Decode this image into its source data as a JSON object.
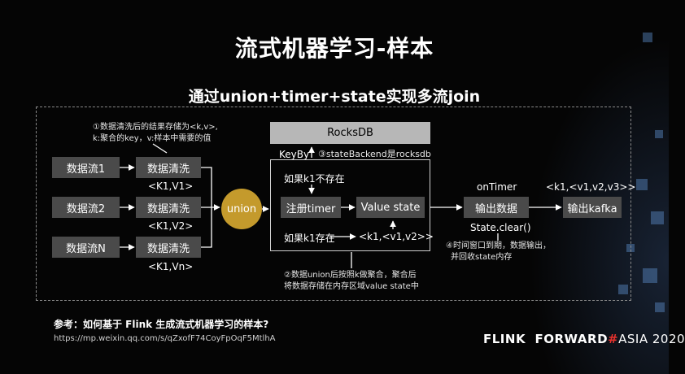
{
  "title": "流式机器学习-样本",
  "subtitle": "通过union+timer+state实现多流join",
  "note1": [
    "①数据清洗后的结果存储为<k,v>,",
    "k:聚合的key，v:样本中需要的值"
  ],
  "streams": [
    "数据流1",
    "数据流2",
    "数据流N"
  ],
  "clean_label": "数据清洗",
  "kv_labels": [
    "<K1,V1>",
    "<K1,V2>",
    "<K1,Vn>"
  ],
  "union": "union",
  "rocksdb": "RocksDB",
  "keyby": "KeyBy",
  "state_backend": "③stateBackend是rocksdb",
  "if_not_exist": "如果k1不存在",
  "register_timer": "注册timer",
  "value_state": "Value state",
  "if_exist": "如果k1存在",
  "exist_value": "<k1,<v1,v2>>",
  "note2": [
    "②数据union后按照k做聚合，聚合后",
    "将数据存储在内存区域value state中"
  ],
  "on_timer": "onTimer",
  "output_data": "输出数据",
  "state_clear": "State.clear()",
  "note4": [
    "④时间窗口到期，数据输出，",
    "并回收state内存"
  ],
  "final_kv": "<k1,<v1,v2,v3>>",
  "output_kafka": "输出kafka",
  "reference": "参考：如何基于 Flink 生成流式机器学习的样本?",
  "url": "https://mp.weixin.qq.com/s/qZxofF74CoyFpOqF5MtlhA",
  "logo": {
    "part1": "FLINK  FORWARD",
    "hash": "#",
    "part2": "ASIA 2020"
  },
  "colors": {
    "union": "#c49a2c",
    "box": "#4a4a4a",
    "rocksdb": "#b7b7b7",
    "hash": "#e5322d"
  }
}
